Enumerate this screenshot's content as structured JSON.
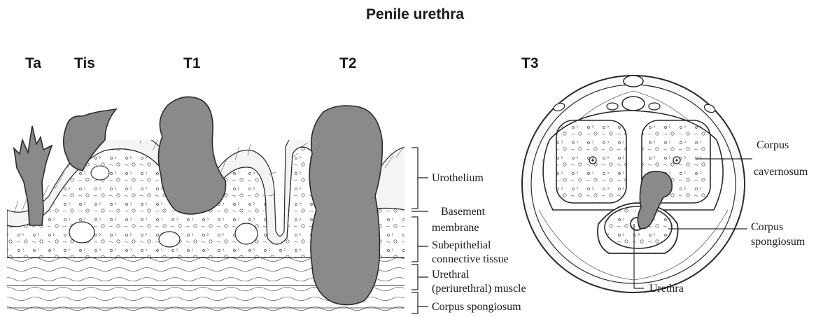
{
  "title": "Penile urethra",
  "stages": {
    "ta": "Ta",
    "tis": "Tis",
    "t1": "T1",
    "t2": "T2",
    "t3": "T3"
  },
  "layers": {
    "urothelium": "Urothelium",
    "basement_1": "Basement",
    "basement_2": "membrane",
    "subepithelial_1": "Subepithelial",
    "subepithelial_2": "connective tissue",
    "muscle_1": "Urethral",
    "muscle_2": "(periurethral) muscle",
    "corpus_spongiosum": "Corpus spongiosum"
  },
  "cross_section": {
    "cavernosum_1": "Corpus",
    "cavernosum_2": "cavernosum",
    "spongiosum_1": "Corpus",
    "spongiosum_2": "spongiosum",
    "urethra": "Urethra"
  }
}
